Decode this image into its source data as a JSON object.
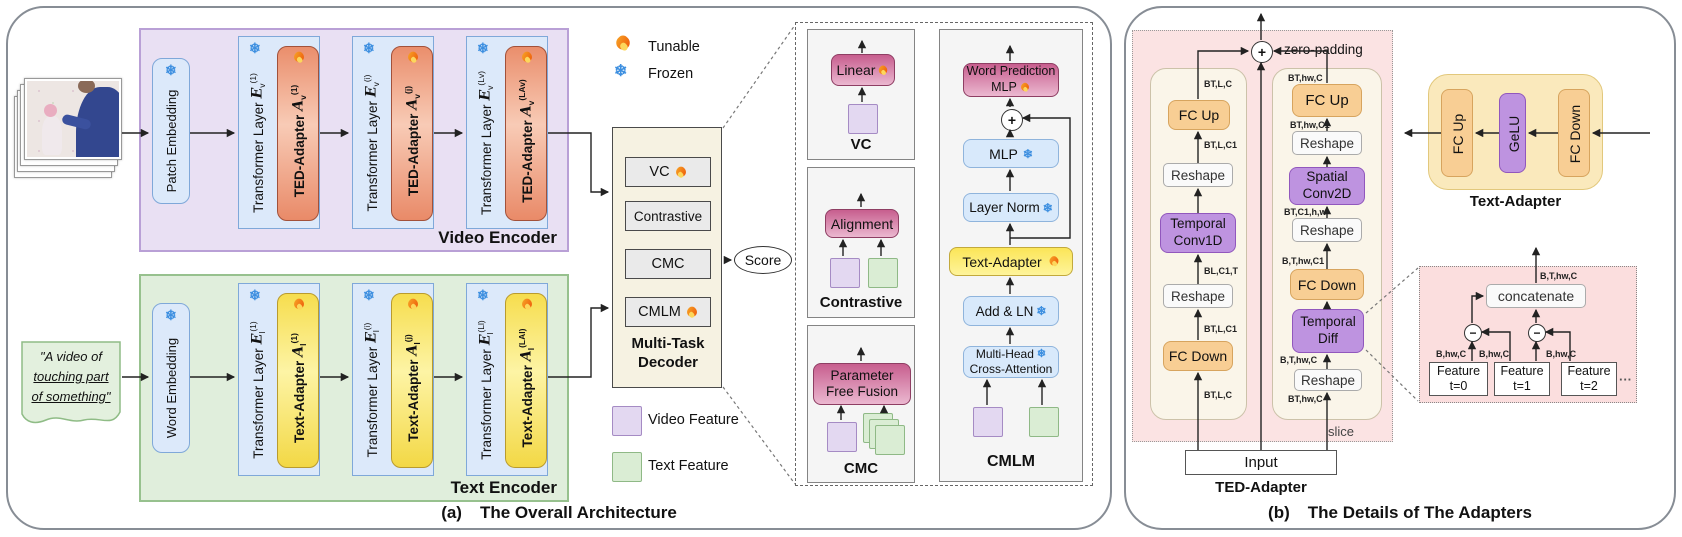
{
  "panel_a": {
    "caption_prefix": "(a)",
    "caption": "The Overall Architecture"
  },
  "panel_b": {
    "caption_prefix": "(b)",
    "caption": "The Details of The Adapters"
  },
  "icons": {
    "snowflake": "❄",
    "plus": "+",
    "minus": "−",
    "ellipsis": "···"
  },
  "legend": {
    "tunable": "Tunable",
    "frozen": "Frozen",
    "video_feature": "Video Feature",
    "text_feature": "Text Feature"
  },
  "query": {
    "line1": "\"A video of",
    "line2": "touching part",
    "line3": "of something\""
  },
  "video_encoder": {
    "title": "Video Encoder",
    "patch_embedding": "Patch Embedding",
    "layers": [
      {
        "label": "Transformer Layer",
        "enc_base": "E",
        "enc_sub": "v",
        "enc_sup": "(1)",
        "adapter": "TED-Adapter",
        "ad_base": "A",
        "ad_sub": "v",
        "ad_sup": "(1)"
      },
      {
        "label": "Transformer Layer",
        "enc_base": "E",
        "enc_sub": "v",
        "enc_sup": "(i)",
        "adapter": "TED-Adapter",
        "ad_base": "A",
        "ad_sub": "v",
        "ad_sup": "(j)"
      },
      {
        "label": "Transformer Layer",
        "enc_base": "E",
        "enc_sub": "v",
        "enc_sup": "(Lv)",
        "adapter": "TED-Adapter",
        "ad_base": "A",
        "ad_sub": "v",
        "ad_sup": "(LAv)"
      }
    ]
  },
  "text_encoder": {
    "title": "Text Encoder",
    "word_embedding": "Word Embedding",
    "layers": [
      {
        "label": "Transformer Layer",
        "enc_base": "E",
        "enc_sub": "l",
        "enc_sup": "(1)",
        "adapter": "Text-Adapter",
        "ad_base": "A",
        "ad_sub": "l",
        "ad_sup": "(1)"
      },
      {
        "label": "Transformer Layer",
        "enc_base": "E",
        "enc_sub": "l",
        "enc_sup": "(i)",
        "adapter": "Text-Adapter",
        "ad_base": "A",
        "ad_sub": "l",
        "ad_sup": "(j)"
      },
      {
        "label": "Transformer Layer",
        "enc_base": "E",
        "enc_sub": "l",
        "enc_sup": "(Ll)",
        "adapter": "Text-Adapter",
        "ad_base": "A",
        "ad_sub": "l",
        "ad_sup": "(LAl)"
      }
    ]
  },
  "decoder": {
    "title_line1": "Multi-Task",
    "title_line2": "Decoder",
    "score": "Score",
    "tasks": {
      "vc": "VC",
      "contrastive": "Contrastive",
      "cmc": "CMC",
      "cmlm": "CMLM"
    }
  },
  "details": {
    "vc": {
      "title": "VC",
      "linear": "Linear"
    },
    "contrastive": {
      "title": "Contrastive",
      "alignment": "Alignment"
    },
    "cmc": {
      "title": "CMC",
      "fusion_line1": "Parameter",
      "fusion_line2": "Free Fusion"
    },
    "cmlm": {
      "title": "CMLM",
      "wp_line1": "Word Prediction",
      "wp_line2": "MLP",
      "mlp": "MLP",
      "layer_norm": "Layer Norm",
      "text_adapter": "Text-Adapter",
      "add_ln": "Add & LN",
      "mhca_line1": "Multi-Head",
      "mhca_line2": "Cross-Attention"
    }
  },
  "ted": {
    "title": "TED-Adapter",
    "zero_padding": "zero-padding",
    "input": "Input",
    "slice": "slice",
    "left": {
      "dim_top": "BT,L,C",
      "fc_up": "FC Up",
      "dim_1": "BT,L,C1",
      "reshape_1": "Reshape",
      "conv_line1": "Temporal",
      "conv_line2": "Conv1D",
      "dim_2": "BL,C1,T",
      "reshape_2": "Reshape",
      "dim_3": "BT,L,C1",
      "fc_down": "FC Down",
      "dim_bottom": "BT,L,C"
    },
    "right": {
      "dim_top": "BT,hw,C",
      "fc_up": "FC Up",
      "dim_1": "BT,hw,C1",
      "reshape_1": "Reshape",
      "conv_line1": "Spatial",
      "conv_line2": "Conv2D",
      "dim_2": "BT,C1,h,w",
      "reshape_2": "Reshape",
      "dim_3": "B,T,hw,C1",
      "fc_down": "FC Down",
      "diff_line1": "Temporal",
      "diff_line2": "Diff",
      "dim_4": "B,T,hw,C",
      "reshape_3": "Reshape",
      "dim_bottom": "BT,hw,C"
    }
  },
  "text_adapter": {
    "title": "Text-Adapter",
    "fc_up": "FC Up",
    "gelu": "GeLU",
    "fc_down": "FC Down"
  },
  "temporal_diff": {
    "out_dim": "B,T,hw,C",
    "concatenate": "concatenate",
    "feat_dim_1": "B,hw,C",
    "feat_dim_2": "B,hw,C",
    "feat_dim_3": "B,hw,C",
    "features": [
      {
        "name": "Feature",
        "t": "t=0"
      },
      {
        "name": "Feature",
        "t": "t=1"
      },
      {
        "name": "Feature",
        "t": "t=2"
      }
    ]
  },
  "colors": {
    "tunable_flame": "#F2770B",
    "frozen_blue": "#3D8FE0",
    "video_feature": "#E3D8F1",
    "text_feature": "#DAEDD4",
    "ted_adapter": "#EA8E6C",
    "text_adapter": "#F6DD4E",
    "pink_block": "#C75E8E",
    "blue_block": "#D8E9FB",
    "purple_block": "#BE93E0",
    "orange_block": "#F8CE94"
  }
}
